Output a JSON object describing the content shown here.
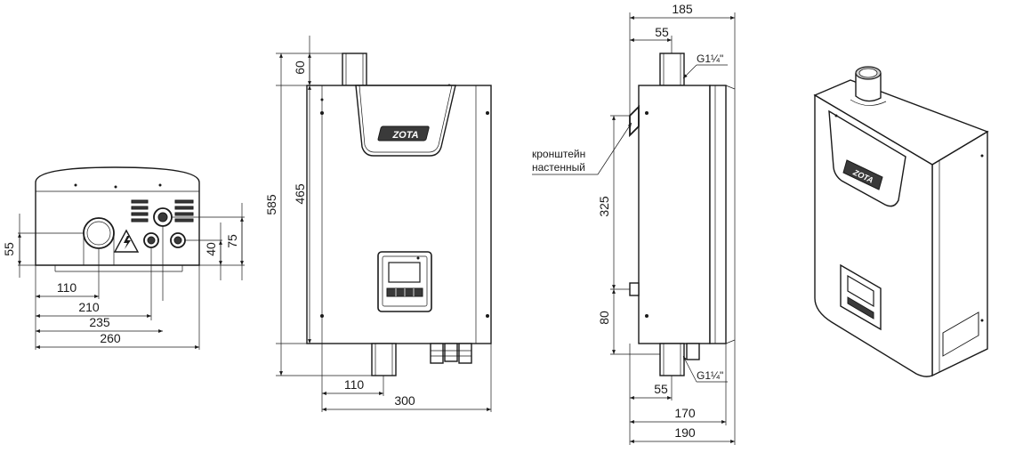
{
  "bottom_view": {
    "dims": {
      "d55": "55",
      "d40": "40",
      "d75": "75",
      "d110": "110",
      "d210": "210",
      "d235": "235",
      "d260": "260"
    }
  },
  "front_view": {
    "logo": "ZOTA",
    "dims": {
      "d60": "60",
      "d465": "465",
      "d585": "585",
      "d110": "110",
      "d300": "300"
    }
  },
  "side_view": {
    "label_line1": "кронштейн",
    "label_line2": "настенный",
    "thread_top": "G1¼\"",
    "thread_bottom": "G1¼\"",
    "dims": {
      "d185": "185",
      "d55_top": "55",
      "d325": "325",
      "d80": "80",
      "d55_bottom": "55",
      "d170": "170",
      "d190": "190"
    }
  },
  "iso_view": {
    "logo": "ZOTA"
  }
}
